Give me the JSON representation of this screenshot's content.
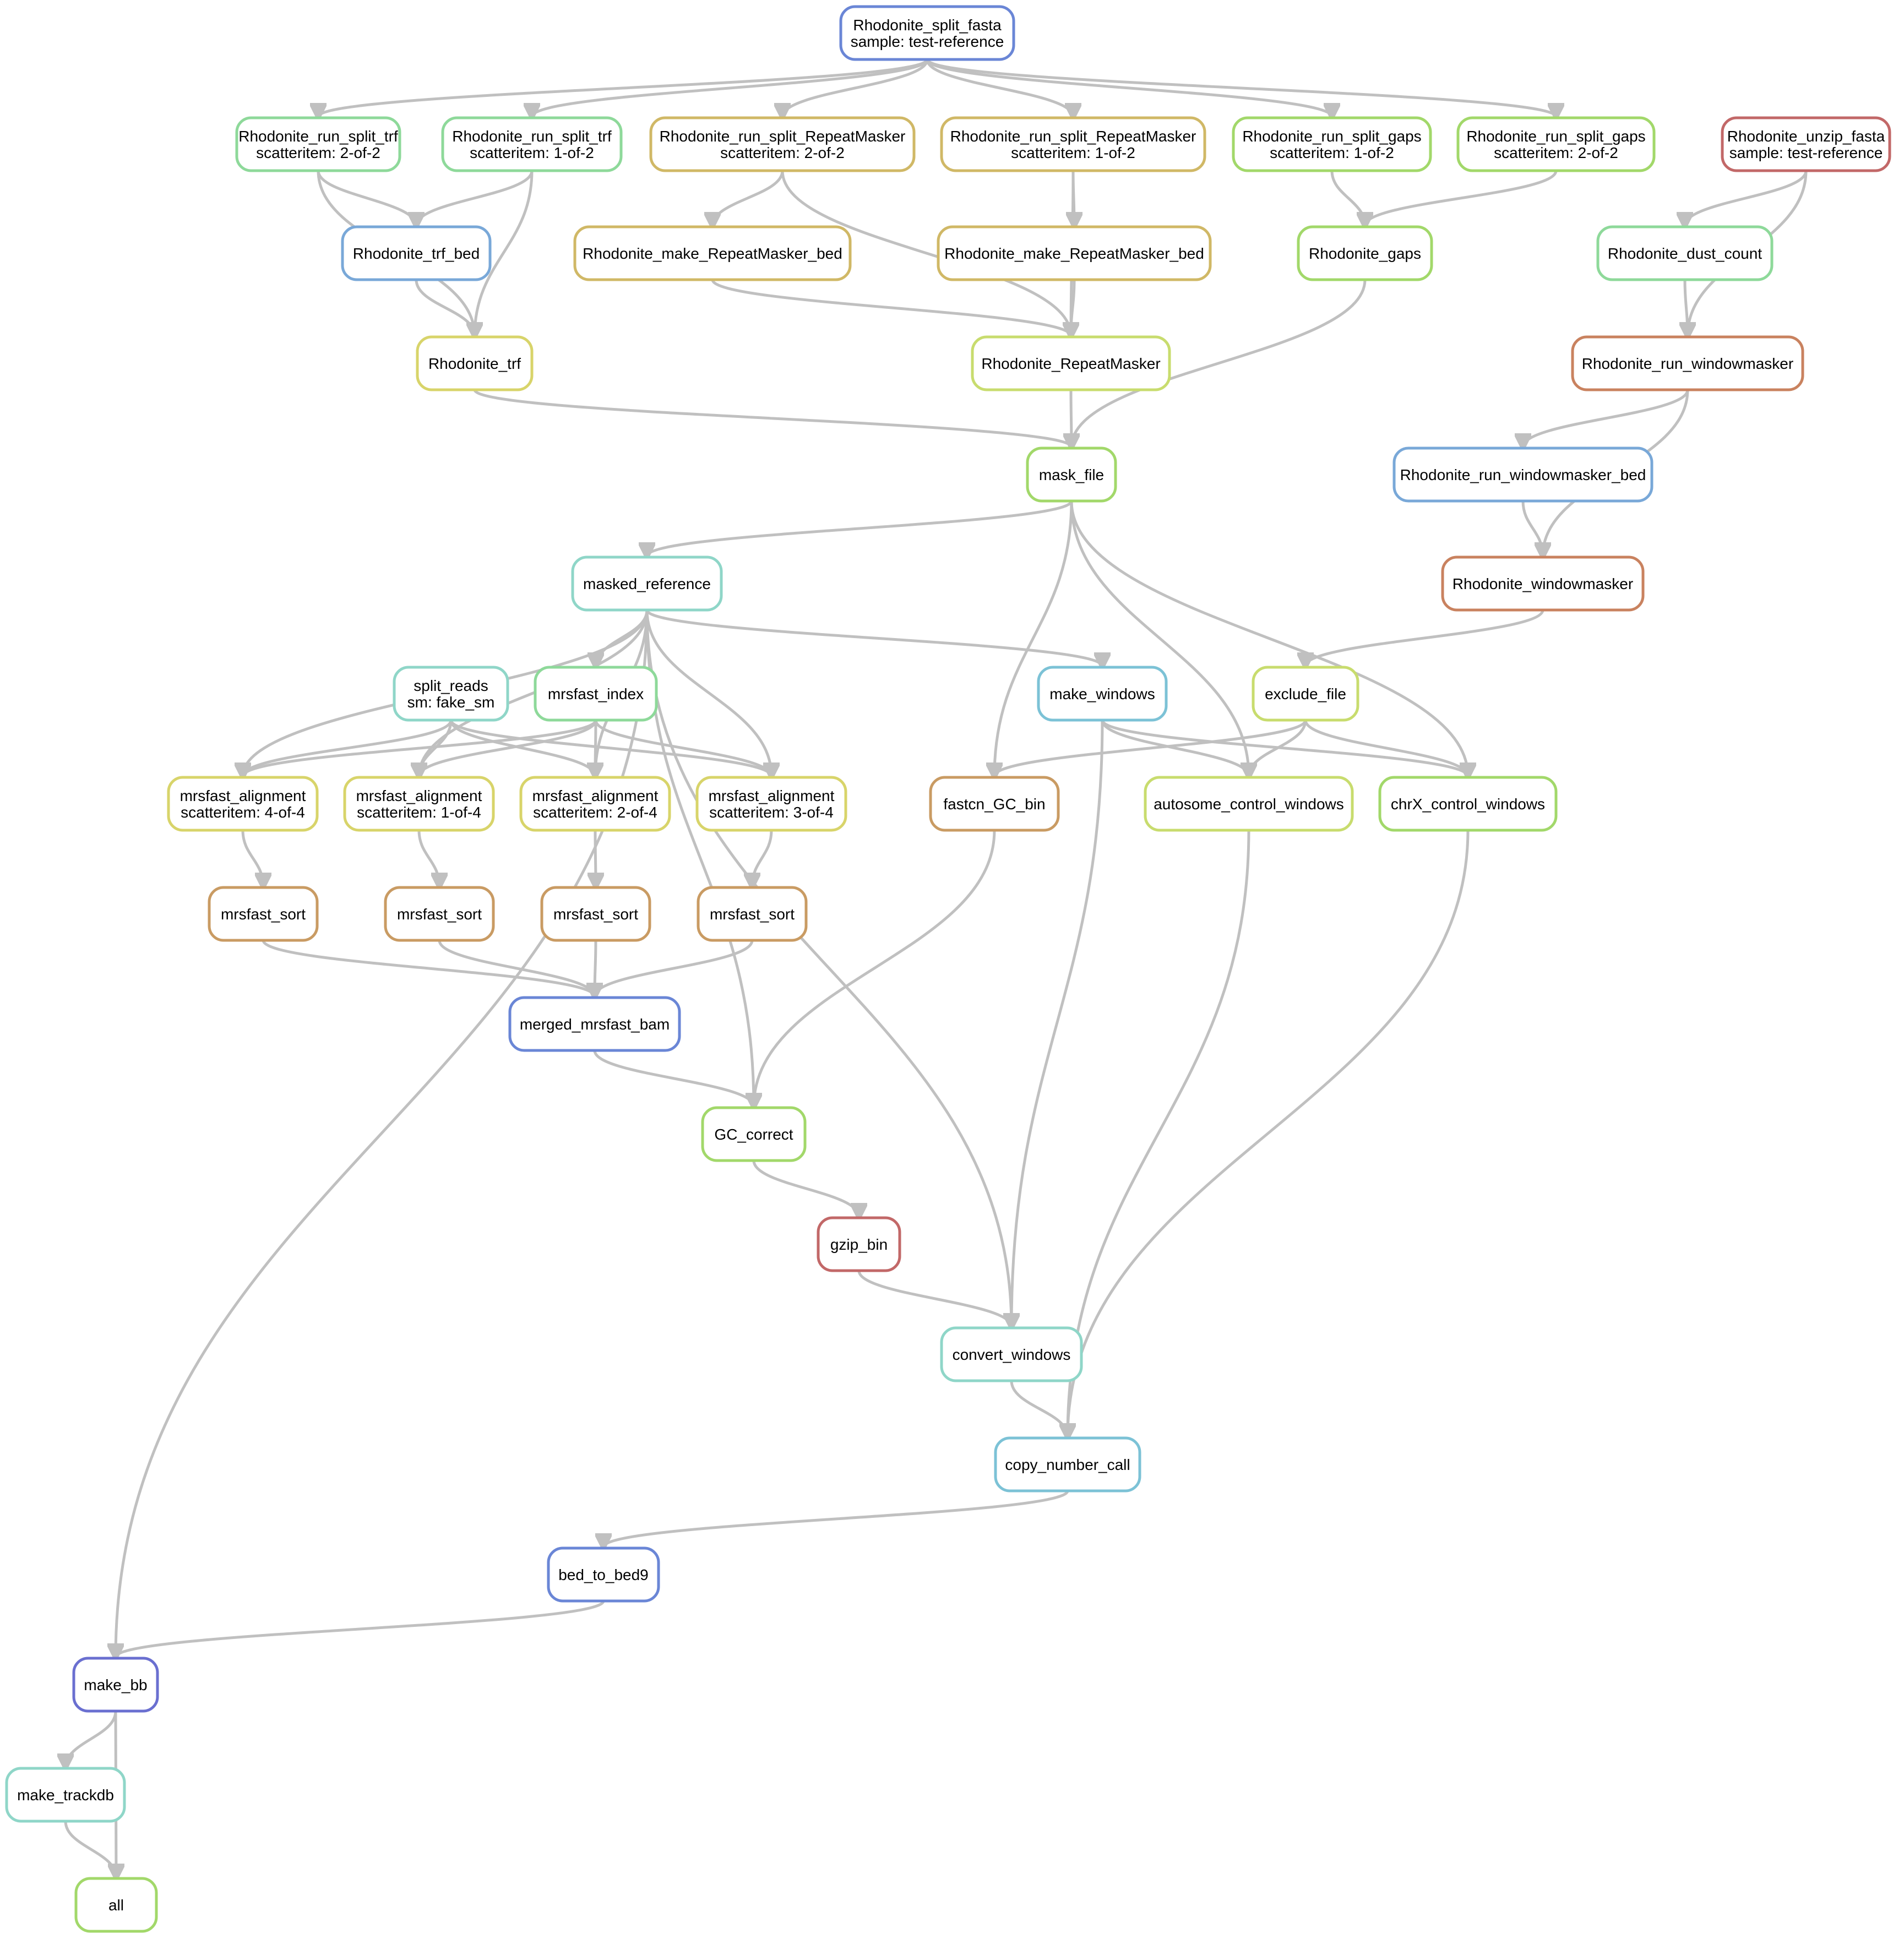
{
  "colors": {
    "edge": "#c0c0c0",
    "blue": "#6a86d6",
    "lightblue": "#79a8d8",
    "cyan": "#7cc2d6",
    "teal": "#8fd6c8",
    "green": "#8ed99a",
    "lime": "#a2d86a",
    "yellowgreen": "#c8dc6e",
    "yellow": "#d8d46a",
    "gold": "#d0b866",
    "orange": "#c99b63",
    "rust": "#c9825f",
    "red": "#c26868",
    "indigo": "#6a6fd0"
  },
  "nodes": [
    {
      "id": "split_fasta",
      "lines": [
        "Rhodonite_split_fasta",
        "sample: test-reference"
      ],
      "color": "blue"
    },
    {
      "id": "run_split_trf_2",
      "lines": [
        "Rhodonite_run_split_trf",
        "scatteritem: 2-of-2"
      ],
      "color": "green"
    },
    {
      "id": "run_split_trf_1",
      "lines": [
        "Rhodonite_run_split_trf",
        "scatteritem: 1-of-2"
      ],
      "color": "green"
    },
    {
      "id": "run_split_rm_2",
      "lines": [
        "Rhodonite_run_split_RepeatMasker",
        "scatteritem: 2-of-2"
      ],
      "color": "gold"
    },
    {
      "id": "run_split_rm_1",
      "lines": [
        "Rhodonite_run_split_RepeatMasker",
        "scatteritem: 1-of-2"
      ],
      "color": "gold"
    },
    {
      "id": "run_split_gaps_1",
      "lines": [
        "Rhodonite_run_split_gaps",
        "scatteritem: 1-of-2"
      ],
      "color": "lime"
    },
    {
      "id": "run_split_gaps_2",
      "lines": [
        "Rhodonite_run_split_gaps",
        "scatteritem: 2-of-2"
      ],
      "color": "lime"
    },
    {
      "id": "unzip_fasta",
      "lines": [
        "Rhodonite_unzip_fasta",
        "sample: test-reference"
      ],
      "color": "red"
    },
    {
      "id": "trf_bed",
      "lines": [
        "Rhodonite_trf_bed"
      ],
      "color": "lightblue"
    },
    {
      "id": "make_rm_bed_a",
      "lines": [
        "Rhodonite_make_RepeatMasker_bed"
      ],
      "color": "gold"
    },
    {
      "id": "make_rm_bed_b",
      "lines": [
        "Rhodonite_make_RepeatMasker_bed"
      ],
      "color": "gold"
    },
    {
      "id": "gaps",
      "lines": [
        "Rhodonite_gaps"
      ],
      "color": "lime"
    },
    {
      "id": "dust_count",
      "lines": [
        "Rhodonite_dust_count"
      ],
      "color": "green"
    },
    {
      "id": "trf",
      "lines": [
        "Rhodonite_trf"
      ],
      "color": "yellow"
    },
    {
      "id": "repeatmasker",
      "lines": [
        "Rhodonite_RepeatMasker"
      ],
      "color": "yellowgreen"
    },
    {
      "id": "run_windowmasker",
      "lines": [
        "Rhodonite_run_windowmasker"
      ],
      "color": "rust"
    },
    {
      "id": "mask_file",
      "lines": [
        "mask_file"
      ],
      "color": "lime"
    },
    {
      "id": "run_windowmasker_bed",
      "lines": [
        "Rhodonite_run_windowmasker_bed"
      ],
      "color": "lightblue"
    },
    {
      "id": "masked_reference",
      "lines": [
        "masked_reference"
      ],
      "color": "teal"
    },
    {
      "id": "windowmasker",
      "lines": [
        "Rhodonite_windowmasker"
      ],
      "color": "rust"
    },
    {
      "id": "split_reads",
      "lines": [
        "split_reads",
        "sm: fake_sm"
      ],
      "color": "teal"
    },
    {
      "id": "mrsfast_index",
      "lines": [
        "mrsfast_index"
      ],
      "color": "green"
    },
    {
      "id": "make_windows",
      "lines": [
        "make_windows"
      ],
      "color": "cyan"
    },
    {
      "id": "exclude_file",
      "lines": [
        "exclude_file"
      ],
      "color": "yellowgreen"
    },
    {
      "id": "aln_4",
      "lines": [
        "mrsfast_alignment",
        "scatteritem: 4-of-4"
      ],
      "color": "yellow"
    },
    {
      "id": "aln_1",
      "lines": [
        "mrsfast_alignment",
        "scatteritem: 1-of-4"
      ],
      "color": "yellow"
    },
    {
      "id": "aln_2",
      "lines": [
        "mrsfast_alignment",
        "scatteritem: 2-of-4"
      ],
      "color": "yellow"
    },
    {
      "id": "aln_3",
      "lines": [
        "mrsfast_alignment",
        "scatteritem: 3-of-4"
      ],
      "color": "yellow"
    },
    {
      "id": "fastcn_gc_bin",
      "lines": [
        "fastcn_GC_bin"
      ],
      "color": "orange"
    },
    {
      "id": "autosome_control",
      "lines": [
        "autosome_control_windows"
      ],
      "color": "yellowgreen"
    },
    {
      "id": "chrx_control",
      "lines": [
        "chrX_control_windows"
      ],
      "color": "lime"
    },
    {
      "id": "sort_a",
      "lines": [
        "mrsfast_sort"
      ],
      "color": "orange"
    },
    {
      "id": "sort_b",
      "lines": [
        "mrsfast_sort"
      ],
      "color": "orange"
    },
    {
      "id": "sort_c",
      "lines": [
        "mrsfast_sort"
      ],
      "color": "orange"
    },
    {
      "id": "sort_d",
      "lines": [
        "mrsfast_sort"
      ],
      "color": "orange"
    },
    {
      "id": "merged_bam",
      "lines": [
        "merged_mrsfast_bam"
      ],
      "color": "blue"
    },
    {
      "id": "gc_correct",
      "lines": [
        "GC_correct"
      ],
      "color": "lime"
    },
    {
      "id": "gzip_bin",
      "lines": [
        "gzip_bin"
      ],
      "color": "red"
    },
    {
      "id": "convert_windows",
      "lines": [
        "convert_windows"
      ],
      "color": "teal"
    },
    {
      "id": "copy_number_call",
      "lines": [
        "copy_number_call"
      ],
      "color": "cyan"
    },
    {
      "id": "bed_to_bed9",
      "lines": [
        "bed_to_bed9"
      ],
      "color": "blue"
    },
    {
      "id": "make_bb",
      "lines": [
        "make_bb"
      ],
      "color": "indigo"
    },
    {
      "id": "make_trackdb",
      "lines": [
        "make_trackdb"
      ],
      "color": "teal"
    },
    {
      "id": "all",
      "lines": [
        "all"
      ],
      "color": "lime"
    }
  ],
  "edges": [
    [
      "split_fasta",
      "run_split_trf_2"
    ],
    [
      "split_fasta",
      "run_split_trf_1"
    ],
    [
      "split_fasta",
      "run_split_rm_2"
    ],
    [
      "split_fasta",
      "run_split_rm_1"
    ],
    [
      "split_fasta",
      "run_split_gaps_1"
    ],
    [
      "split_fasta",
      "run_split_gaps_2"
    ],
    [
      "run_split_trf_2",
      "trf_bed"
    ],
    [
      "run_split_trf_1",
      "trf_bed"
    ],
    [
      "run_split_trf_2",
      "trf"
    ],
    [
      "run_split_trf_1",
      "trf"
    ],
    [
      "trf_bed",
      "trf"
    ],
    [
      "run_split_rm_2",
      "make_rm_bed_a"
    ],
    [
      "run_split_rm_1",
      "make_rm_bed_b"
    ],
    [
      "run_split_rm_2",
      "repeatmasker"
    ],
    [
      "run_split_rm_1",
      "repeatmasker"
    ],
    [
      "make_rm_bed_a",
      "repeatmasker"
    ],
    [
      "make_rm_bed_b",
      "repeatmasker"
    ],
    [
      "run_split_gaps_1",
      "gaps"
    ],
    [
      "run_split_gaps_2",
      "gaps"
    ],
    [
      "unzip_fasta",
      "dust_count"
    ],
    [
      "unzip_fasta",
      "run_windowmasker"
    ],
    [
      "dust_count",
      "run_windowmasker"
    ],
    [
      "trf",
      "mask_file"
    ],
    [
      "repeatmasker",
      "mask_file"
    ],
    [
      "gaps",
      "mask_file"
    ],
    [
      "run_windowmasker",
      "run_windowmasker_bed"
    ],
    [
      "run_windowmasker",
      "windowmasker"
    ],
    [
      "run_windowmasker_bed",
      "windowmasker"
    ],
    [
      "windowmasker",
      "exclude_file"
    ],
    [
      "mask_file",
      "masked_reference"
    ],
    [
      "mask_file",
      "fastcn_gc_bin"
    ],
    [
      "mask_file",
      "autosome_control"
    ],
    [
      "mask_file",
      "chrx_control"
    ],
    [
      "masked_reference",
      "mrsfast_index"
    ],
    [
      "masked_reference",
      "make_windows"
    ],
    [
      "masked_reference",
      "aln_4"
    ],
    [
      "masked_reference",
      "aln_1"
    ],
    [
      "masked_reference",
      "aln_2"
    ],
    [
      "masked_reference",
      "aln_3"
    ],
    [
      "masked_reference",
      "gc_correct"
    ],
    [
      "masked_reference",
      "convert_windows"
    ],
    [
      "masked_reference",
      "make_bb"
    ],
    [
      "split_reads",
      "aln_4"
    ],
    [
      "split_reads",
      "aln_1"
    ],
    [
      "split_reads",
      "aln_2"
    ],
    [
      "split_reads",
      "aln_3"
    ],
    [
      "mrsfast_index",
      "aln_4"
    ],
    [
      "mrsfast_index",
      "aln_1"
    ],
    [
      "mrsfast_index",
      "aln_2"
    ],
    [
      "mrsfast_index",
      "aln_3"
    ],
    [
      "make_windows",
      "autosome_control"
    ],
    [
      "make_windows",
      "chrx_control"
    ],
    [
      "make_windows",
      "convert_windows"
    ],
    [
      "exclude_file",
      "fastcn_gc_bin"
    ],
    [
      "exclude_file",
      "autosome_control"
    ],
    [
      "exclude_file",
      "chrx_control"
    ],
    [
      "aln_4",
      "sort_a"
    ],
    [
      "aln_1",
      "sort_b"
    ],
    [
      "aln_2",
      "sort_c"
    ],
    [
      "aln_3",
      "sort_d"
    ],
    [
      "sort_a",
      "merged_bam"
    ],
    [
      "sort_b",
      "merged_bam"
    ],
    [
      "sort_c",
      "merged_bam"
    ],
    [
      "sort_d",
      "merged_bam"
    ],
    [
      "merged_bam",
      "gc_correct"
    ],
    [
      "fastcn_gc_bin",
      "gc_correct"
    ],
    [
      "gc_correct",
      "gzip_bin"
    ],
    [
      "gzip_bin",
      "convert_windows"
    ],
    [
      "convert_windows",
      "copy_number_call"
    ],
    [
      "autosome_control",
      "copy_number_call"
    ],
    [
      "chrx_control",
      "copy_number_call"
    ],
    [
      "copy_number_call",
      "bed_to_bed9"
    ],
    [
      "bed_to_bed9",
      "make_bb"
    ],
    [
      "make_bb",
      "make_trackdb"
    ],
    [
      "make_bb",
      "all"
    ],
    [
      "make_trackdb",
      "all"
    ]
  ]
}
